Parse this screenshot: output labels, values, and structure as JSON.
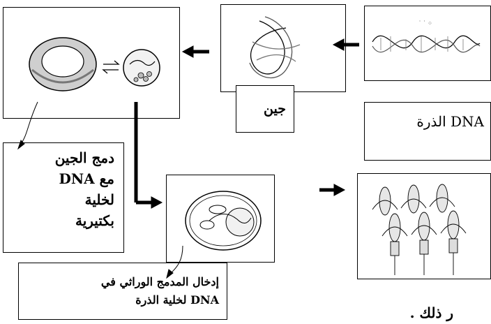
{
  "labels": {
    "gene": "جين",
    "corn_dna": "DNA الذرة",
    "combine": [
      "دمج الجين",
      "مع  DNA",
      "لخلية",
      "بكتيرية"
    ],
    "insert": [
      "إدخال المدمج الوراثي في",
      "DNA لخلية الذرة"
    ],
    "footer": "ر ذلك ."
  }
}
